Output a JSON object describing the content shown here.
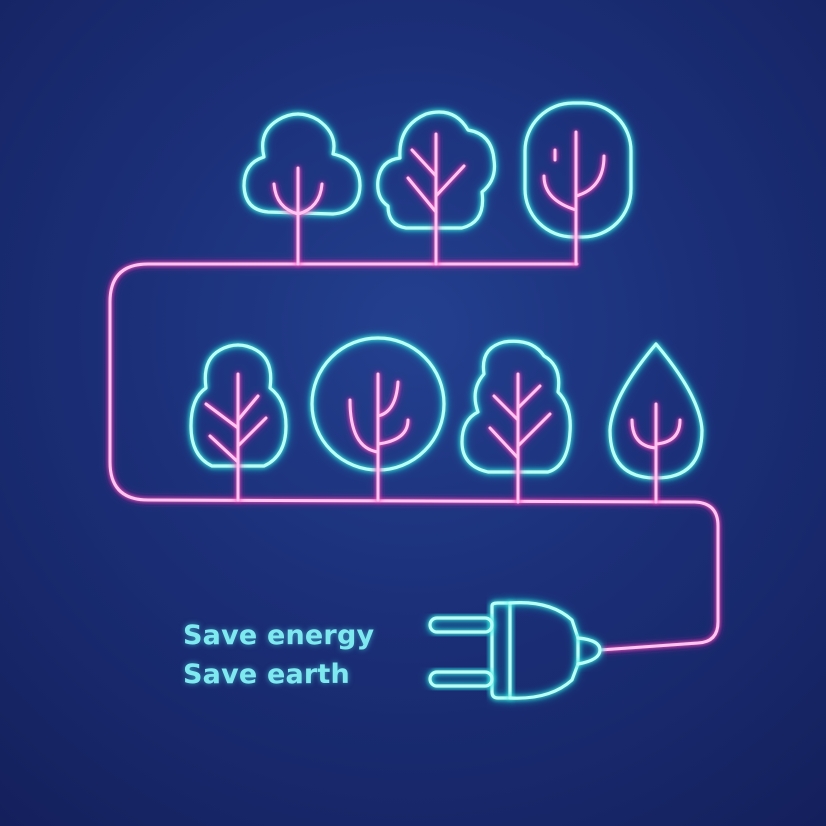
{
  "slogan": {
    "line1": "Save energy",
    "line2": "Save earth"
  },
  "colors": {
    "background": "#1b2f78",
    "tree_outline": "#3ff0e6",
    "wire_and_branches": "#ff4fc8",
    "text": "#7fe9f0"
  },
  "icons": [
    "tree-icon",
    "round-tree-icon",
    "oval-tree-icon",
    "drop-tree-icon",
    "power-plug-icon",
    "power-cord"
  ]
}
